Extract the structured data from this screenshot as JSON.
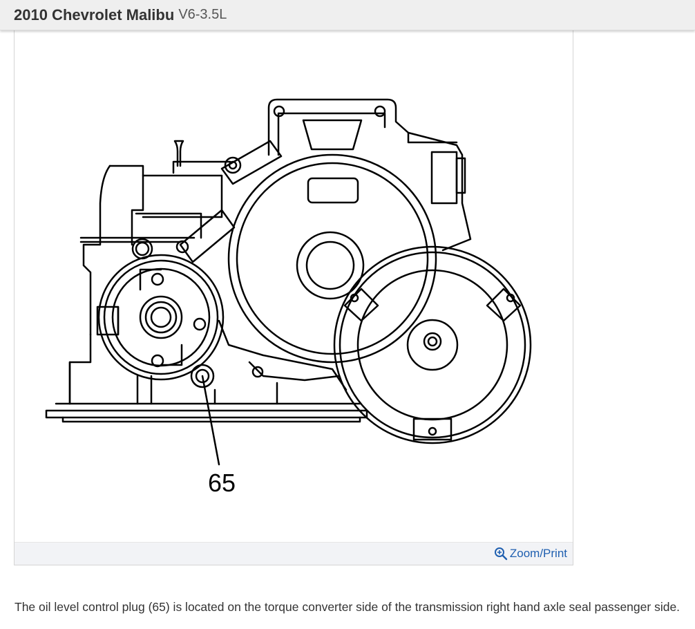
{
  "header": {
    "title": "2010 Chevrolet Malibu",
    "subtitle": "V6-3.5L"
  },
  "figure": {
    "callout_label": "65",
    "zoom_icon": "zoom-magnifier-icon",
    "zoom_label": "Zoom/Print"
  },
  "caption": "The oil level control plug (65) is located on the torque converter side of the transmission right hand axle seal passenger side.",
  "colors": {
    "header_bg": "#efefef",
    "link": "#1f5fb0",
    "footer_bg": "#f2f3f6"
  }
}
